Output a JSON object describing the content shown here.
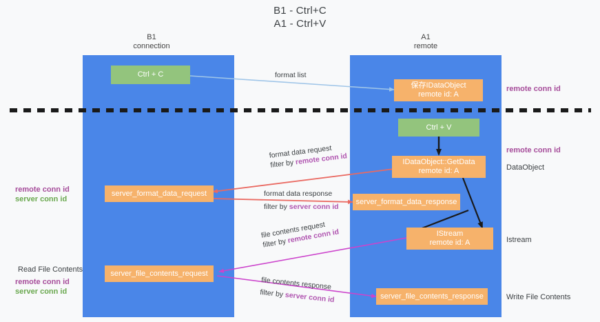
{
  "title": {
    "line1": "B1 - Ctrl+C",
    "line2": "A1 - Ctrl+V"
  },
  "lanes": [
    {
      "id": "b1",
      "name": "B1",
      "sub": "connection",
      "color": "#4a86e8"
    },
    {
      "id": "a1",
      "name": "A1",
      "sub": "remote",
      "color": "#4a86e8"
    }
  ],
  "nodes": {
    "ctrl_c": {
      "line1": "Ctrl + C",
      "line2": "",
      "color": "#93c47d"
    },
    "save_idataobject": {
      "line1": "保存IDataObject",
      "line2": "remote id: A",
      "color": "#f6b26b"
    },
    "ctrl_v": {
      "line1": "Ctrl + V",
      "line2": "",
      "color": "#93c47d"
    },
    "getdata": {
      "line1": "IDataObject::GetData",
      "line2": "remote id: A",
      "color": "#f6b26b"
    },
    "fmt_req": {
      "line1": "server_format_data_request",
      "line2": "",
      "color": "#f6b26b"
    },
    "fmt_res": {
      "line1": "server_format_data_response",
      "line2": "",
      "color": "#f6b26b"
    },
    "istream": {
      "line1": "IStream",
      "line2": "remote id: A",
      "color": "#f6b26b"
    },
    "file_req": {
      "line1": "server_file_contents_request",
      "line2": "",
      "color": "#f6b26b"
    },
    "file_res": {
      "line1": "server_file_contents_response",
      "line2": "",
      "color": "#f6b26b"
    }
  },
  "edge_labels": {
    "format_list": "format list",
    "fmt_req_l1": "format data request",
    "fmt_req_l2_prefix": "filter by ",
    "fmt_req_l2_key": "remote conn id",
    "fmt_res_l1": "format data response",
    "fmt_res_l2_prefix": "filter by ",
    "fmt_res_l2_key": "server conn id",
    "file_req_l1": "file contents request",
    "file_req_l2_prefix": "filter by ",
    "file_req_l2_key": "remote conn id",
    "file_res_l1": "file contents response",
    "file_res_l2_prefix": "filter by ",
    "file_res_l2_key": "server conn id"
  },
  "annotations": {
    "right_top_remote": "remote conn id",
    "right_mid_remote": "remote conn id",
    "right_dataobject": "DataObject",
    "right_istream": "Istream",
    "right_write_file": "Write File Contents",
    "left_remote": "remote conn id",
    "left_server": "server conn id",
    "left_read_file": "Read File Contents",
    "left_remote2": "remote conn id",
    "left_server2": "server conn id"
  },
  "colors": {
    "lane": "#4a86e8",
    "green_box": "#93c47d",
    "orange_box": "#f6b26b",
    "purple_text": "#a64d9a",
    "green_text": "#6aa84f",
    "arrow_blue": "#9fc5e8",
    "arrow_red": "#ea6a62",
    "arrow_magenta": "#cc44cc",
    "arrow_black": "#1a1a1a",
    "divider": "#1a1a1a",
    "background": "#f8f9fa"
  }
}
